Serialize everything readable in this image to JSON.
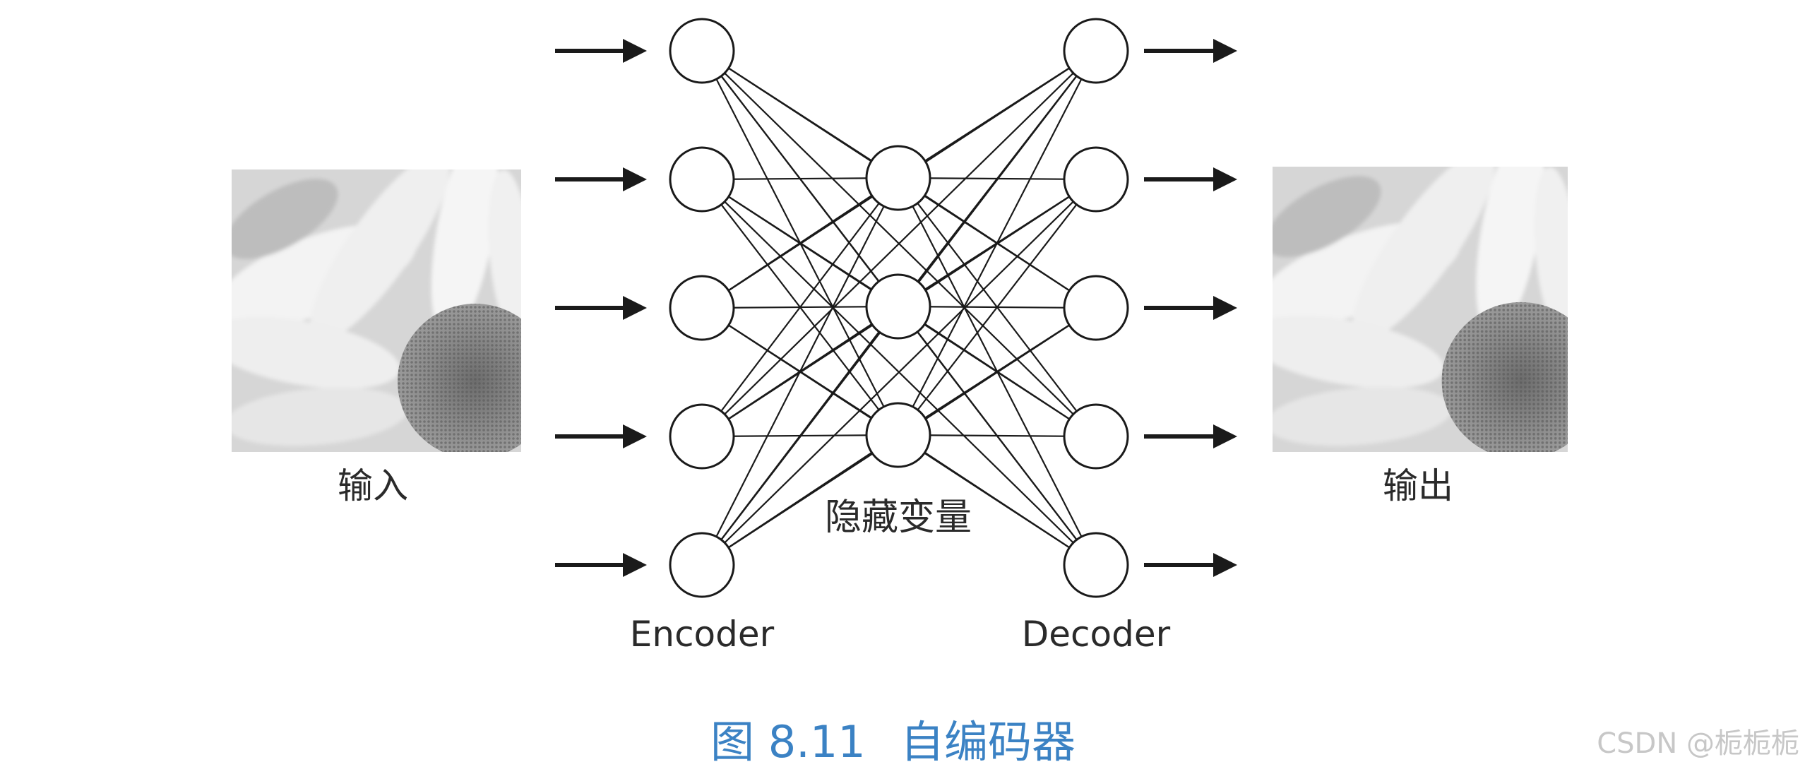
{
  "labels": {
    "input": "输入",
    "output": "输出",
    "latent": "隐藏变量",
    "encoder": "Encoder",
    "decoder": "Decoder"
  },
  "caption": {
    "figure_number": "图 8.11",
    "title": "自编码器"
  },
  "watermark": "CSDN @栀栀栀",
  "network": {
    "input_nodes": 5,
    "hidden_nodes": 3,
    "output_nodes": 5,
    "input_arrows": 5,
    "output_arrows": 5
  },
  "images": {
    "input_image": "flower-grayscale-photo",
    "output_image": "flower-grayscale-photo-reconstructed"
  }
}
